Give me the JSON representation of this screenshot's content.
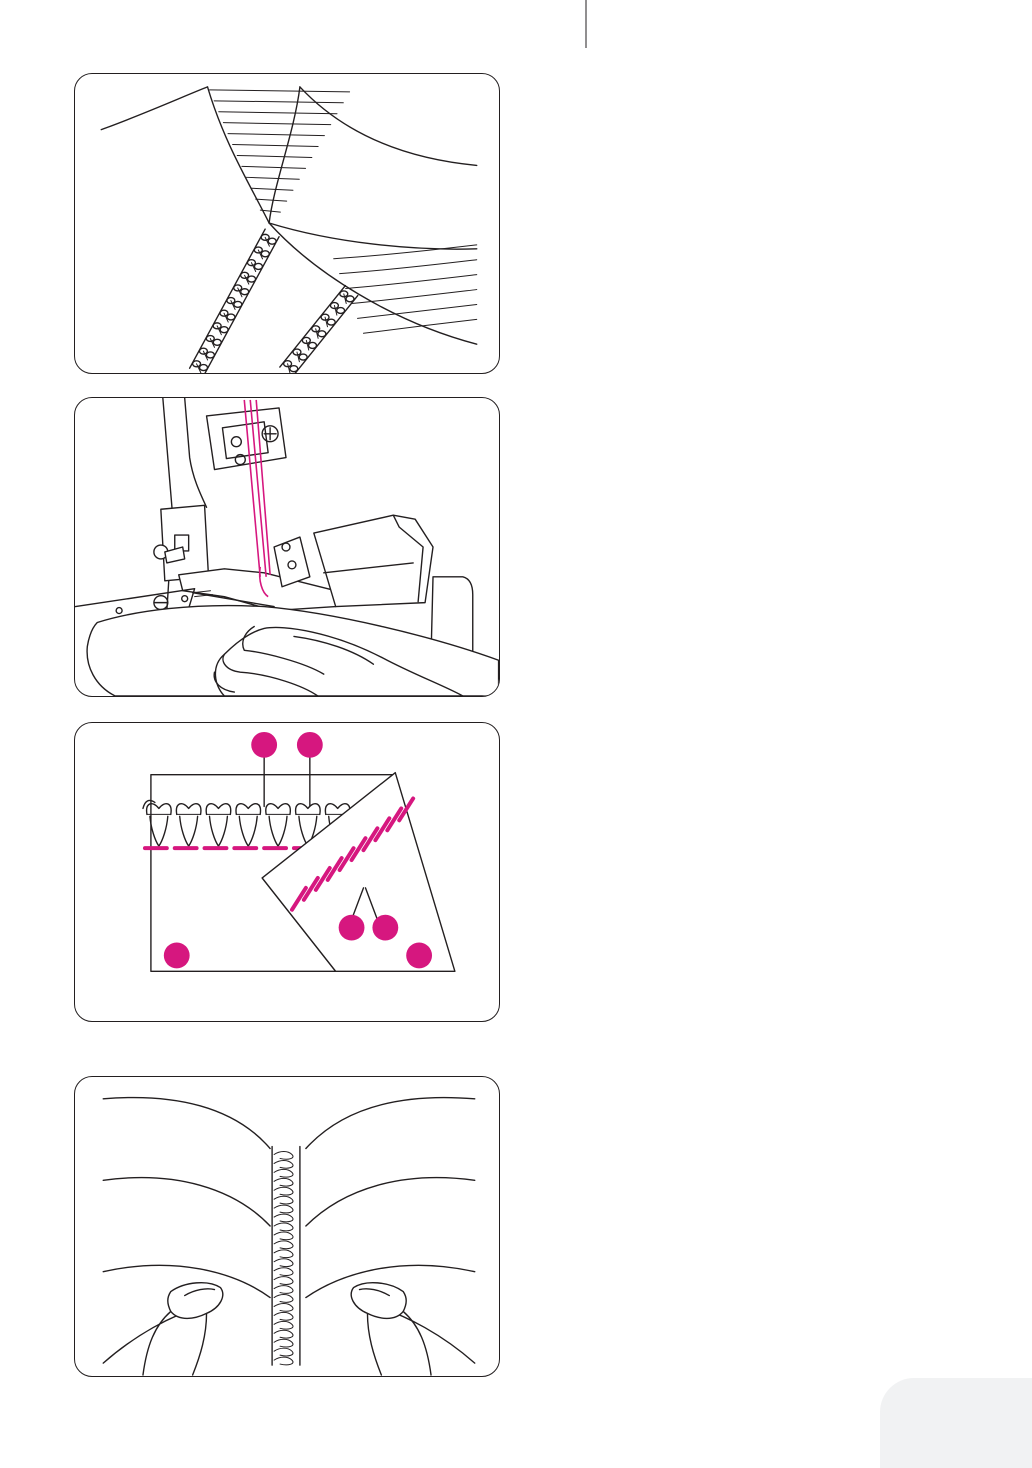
{
  "colors": {
    "accent": "#d6177f",
    "line": "#231f20",
    "tab": "#f1f2f3",
    "background": "#ffffff"
  },
  "figures": [
    {
      "id": "flatlock-seams",
      "icon": "flatlock-seam-illustration"
    },
    {
      "id": "serger-presser-foot",
      "icon": "serger-sewing-illustration"
    },
    {
      "id": "stitch-diagram",
      "icon": "stitch-diagram-illustration",
      "callout_markers": 6
    },
    {
      "id": "pulling-seam-flat",
      "icon": "flatlock-pull-illustration"
    }
  ]
}
